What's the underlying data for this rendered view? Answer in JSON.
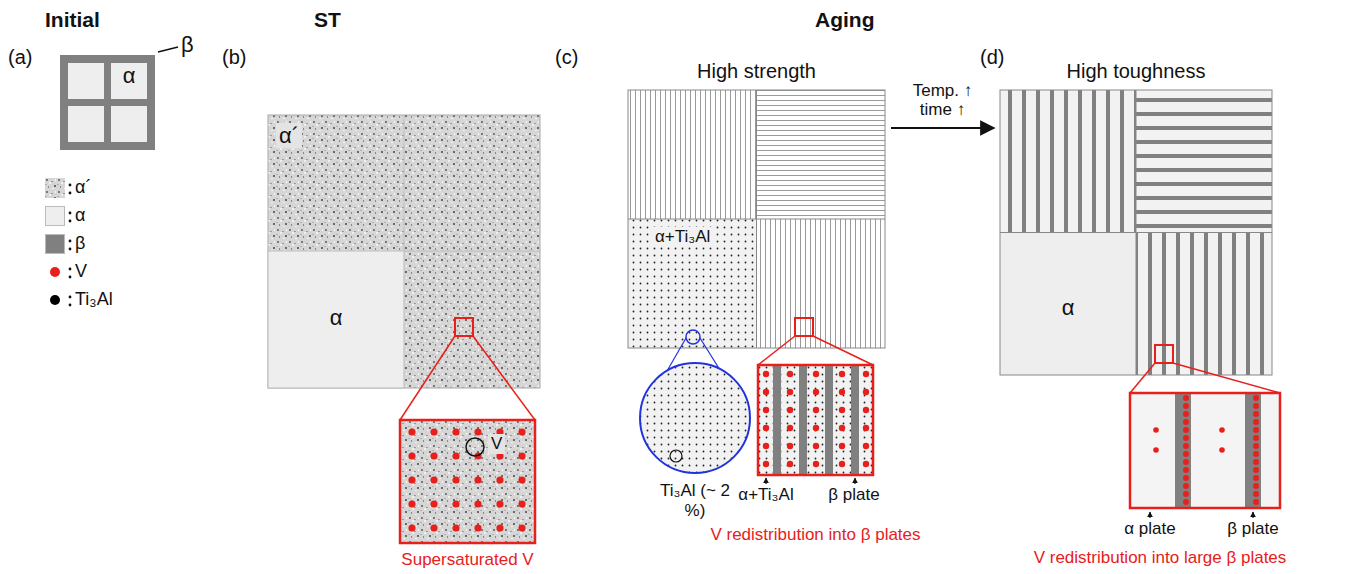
{
  "diagram": {
    "nodes": [
      {
        "text": [
          "α"
        ]
      },
      {
        "text": [
          "α´",
          "α"
        ]
      },
      {
        "text": [
          "V",
          "Supersaturated V"
        ]
      },
      {
        "text": [
          "High strength",
          "α+Ti₃Al"
        ]
      },
      {
        "text": [
          "Ti₃Al (~ 2 %)"
        ]
      },
      {
        "text": [
          "α+Ti₃Al",
          "β plate",
          "V redistribution into β plates"
        ]
      },
      {
        "text": [
          "High toughness",
          "α"
        ]
      },
      {
        "text": [
          "α plate",
          "β plate",
          "V redistribution into large β plates"
        ]
      }
    ],
    "edges": [
      {
        "from": 3,
        "to": 6,
        "arrow": "to",
        "label": "Temp. ↑ time ↑"
      }
    ],
    "labels": [
      "Initial",
      "ST",
      "Aging",
      "(a)",
      "(b)",
      "(c)",
      "(d)",
      "β"
    ],
    "legend": [
      {
        "text": "α´"
      },
      {
        "text": "α",
        "color": "#eeeeee"
      },
      {
        "text": "β",
        "color": "#808080"
      },
      {
        "text": "V",
        "color": "#e8201c"
      },
      {
        "text": "Ti₃Al",
        "color": "#000000"
      }
    ]
  }
}
